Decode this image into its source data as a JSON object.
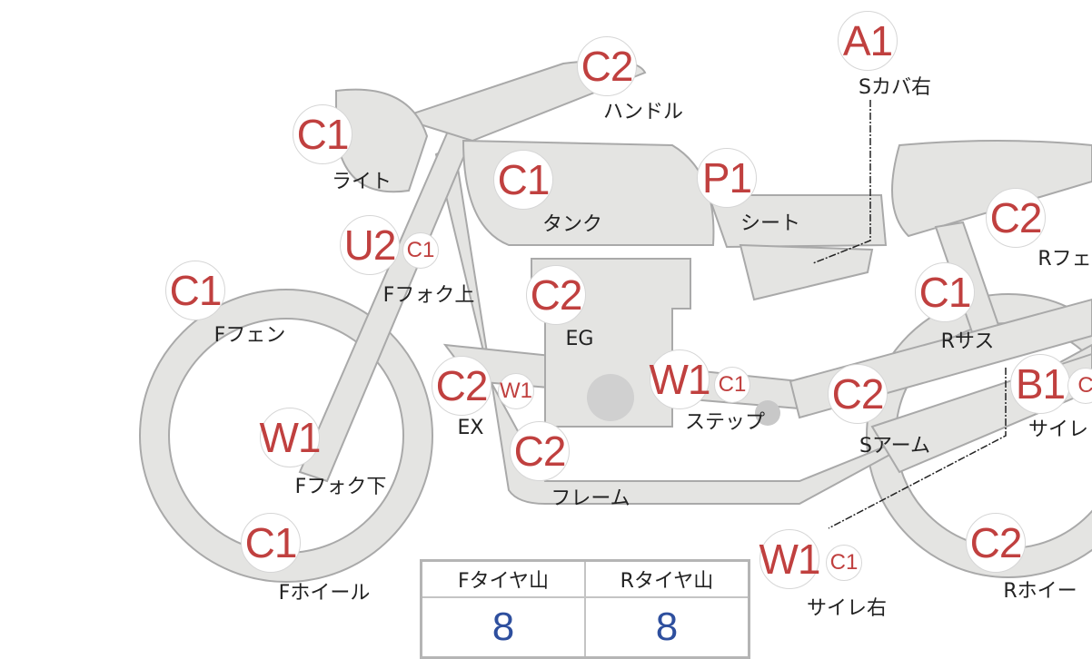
{
  "colors": {
    "code": "#c0403f",
    "value": "#2e4f9e",
    "body": "#e4e4e2"
  },
  "parts": [
    {
      "code": "A1",
      "label": "Sカバ右"
    },
    {
      "code": "C2",
      "label": "ハンドル"
    },
    {
      "code": "C1",
      "label": "ライト"
    },
    {
      "code": "C1",
      "label": "タンク"
    },
    {
      "code": "P1",
      "label": "シート"
    },
    {
      "code": "U2",
      "sub": "C1",
      "label": "Fフォク上"
    },
    {
      "code": "C1",
      "label": "Fフェン"
    },
    {
      "code": "C2",
      "label": "EG"
    },
    {
      "code": "C1",
      "label": "Rサス"
    },
    {
      "code": "C2",
      "label": "Rフェ"
    },
    {
      "code": "C2",
      "sub": "W1",
      "label": "EX"
    },
    {
      "code": "W1",
      "sub": "C1",
      "label": "ステップ"
    },
    {
      "code": "C2",
      "label": "Sアーム"
    },
    {
      "code": "B1",
      "sub": "C",
      "label": "サイレ"
    },
    {
      "code": "W1",
      "label": "Fフォク下"
    },
    {
      "code": "C2",
      "label": "フレーム"
    },
    {
      "code": "C1",
      "label": "Fホイール"
    },
    {
      "code": "W1",
      "sub": "C1",
      "label": "サイレ右"
    },
    {
      "code": "C2",
      "label": "Rホイー"
    }
  ],
  "tire_table": {
    "headers": [
      "Fタイヤ山",
      "Rタイヤ山"
    ],
    "values": [
      "8",
      "8"
    ]
  }
}
